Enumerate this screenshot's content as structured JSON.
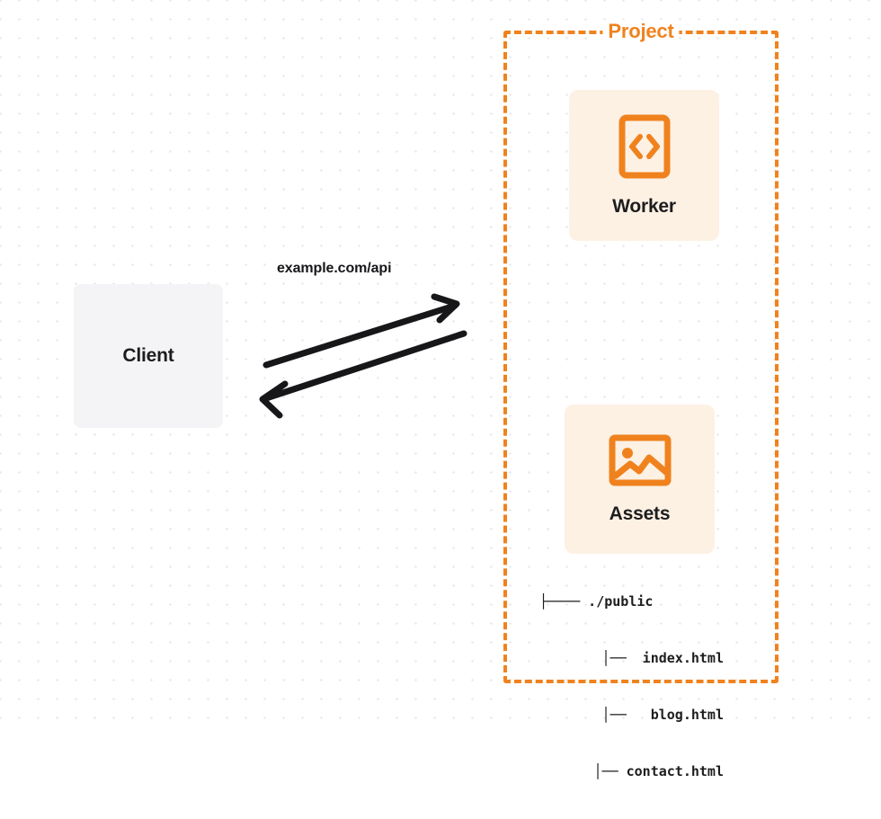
{
  "diagram": {
    "client": {
      "label": "Client",
      "icon": "client-box-icon",
      "fill": "#f4f4f6"
    },
    "connection": {
      "label": "example.com/api",
      "request_arrow": "arrow-right-icon",
      "response_arrow": "arrow-left-icon",
      "color": "#17171a"
    },
    "project": {
      "title": "Project",
      "border_color": "#f0821e",
      "border_style": "dashed",
      "cards": [
        {
          "label": "Worker",
          "icon": "code-brackets-icon",
          "fill": "#fdf1e4",
          "icon_color": "#f0821e"
        },
        {
          "label": "Assets",
          "icon": "image-icon",
          "fill": "#fdf1e4",
          "icon_color": "#f0821e"
        }
      ],
      "file_tree": [
        "├──── ./public",
        "  │──  index.html",
        "  │──   blog.html",
        "  │── contact.html"
      ]
    },
    "background": {
      "pattern": "dot-grid",
      "dot_color": "#e9e9ec",
      "page_color": "#ffffff"
    }
  }
}
